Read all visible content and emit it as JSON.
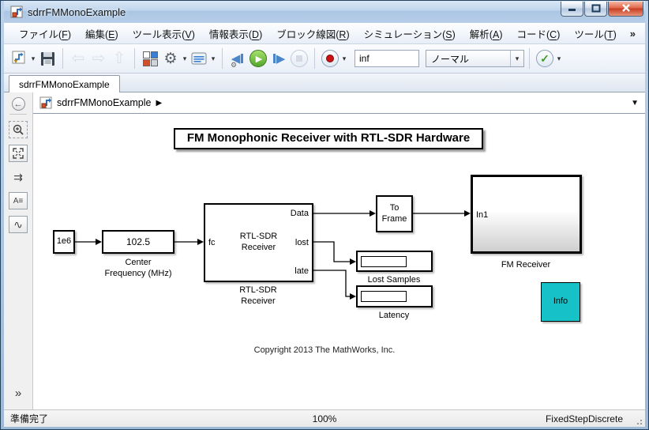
{
  "window": {
    "title": "sdrrFMMonoExample"
  },
  "menu": {
    "items": [
      {
        "pre": "ファイル(",
        "key": "F",
        "post": ")"
      },
      {
        "pre": "編集(",
        "key": "E",
        "post": ")"
      },
      {
        "pre": "ツール表示(",
        "key": "V",
        "post": ")"
      },
      {
        "pre": "情報表示(",
        "key": "D",
        "post": ")"
      },
      {
        "pre": "ブロック線図(",
        "key": "R",
        "post": ")"
      },
      {
        "pre": "シミュレーション(",
        "key": "S",
        "post": ")"
      },
      {
        "pre": "解析(",
        "key": "A",
        "post": ")"
      },
      {
        "pre": "コード(",
        "key": "C",
        "post": ")"
      },
      {
        "pre": "ツール(",
        "key": "T",
        "post": ")"
      }
    ],
    "overflow": "»"
  },
  "toolbar": {
    "sim_stop_time": "inf",
    "mode": "ノーマル"
  },
  "tabs": [
    {
      "label": "sdrrFMMonoExample"
    }
  ],
  "breadcrumb": {
    "path": "sdrrFMMonoExample",
    "arrow": "▶",
    "dropdown": "▼"
  },
  "palette": {
    "back_arrow": "←",
    "routing": "⇉",
    "annotation": "A≡",
    "curve": "∿",
    "expand": "»"
  },
  "icons": {
    "back": "⇦",
    "forward": "⇨",
    "up": "⇧",
    "gear": "⚙",
    "caret": "▾",
    "step_back": "◀",
    "run": "▶",
    "step_forward": "▶",
    "check": "✓"
  },
  "diagram": {
    "title": "FM Monophonic Receiver with RTL-SDR Hardware",
    "blocks": {
      "const": {
        "value": "1e6"
      },
      "freq": {
        "value": "102.5",
        "label1": "Center",
        "label2": "Frequency (MHz)"
      },
      "rtlsdr": {
        "text1": "RTL-SDR",
        "text2": "Receiver",
        "port_in": "fc",
        "port_out1": "Data",
        "port_out2": "lost",
        "port_out3": "late",
        "label1": "RTL-SDR",
        "label2": "Receiver"
      },
      "to_frame": {
        "text1": "To",
        "text2": "Frame"
      },
      "fm_receiver": {
        "port_in": "In1",
        "label": "FM Receiver"
      },
      "lost_samples": {
        "label": "Lost Samples"
      },
      "latency": {
        "label": "Latency"
      },
      "info": {
        "text": "Info",
        "color": "#16c2c8"
      }
    },
    "copyright": "Copyright 2013 The MathWorks, Inc."
  },
  "statusbar": {
    "status": "準備完了",
    "zoom_level": "100%",
    "solver": "FixedStepDiscrete"
  },
  "colors": {
    "run_green": "#54a52c",
    "record_red": "#cc1111",
    "close_red": "#c63d22",
    "titlebar_blue": "#b7cde8",
    "info_cyan": "#16c2c8"
  }
}
